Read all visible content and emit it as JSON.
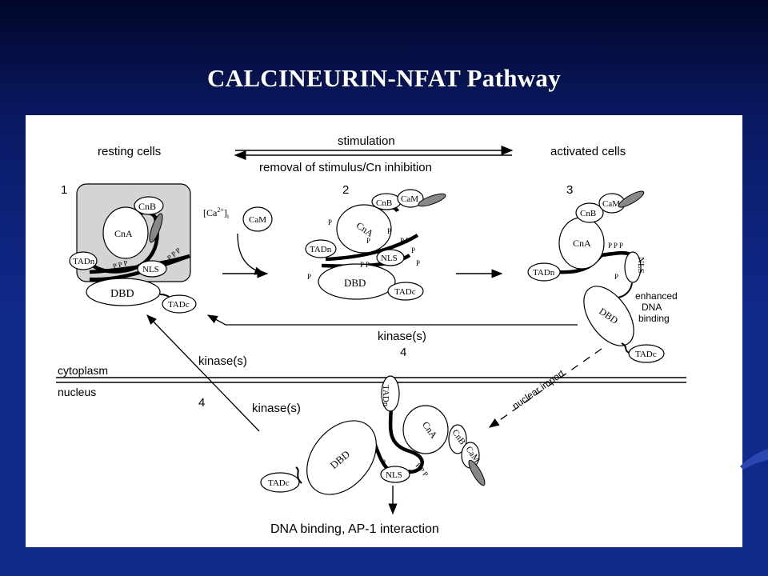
{
  "slide": {
    "title": "CALCINEURIN-NFAT Pathway"
  },
  "diagram": {
    "top": {
      "resting": "resting cells",
      "stimulation": "stimulation",
      "removal": "removal of stimulus/Cn inhibition",
      "activated": "activated cells"
    },
    "steps": {
      "s1": "1",
      "s2": "2",
      "s3": "3",
      "s4a": "4",
      "s4b": "4"
    },
    "compartments": {
      "cytoplasm": "cytoplasm",
      "nucleus": "nucleus"
    },
    "labels": {
      "kinase_right": "kinase(s)",
      "kinase_mid": "kinase(s)",
      "kinase_lower": "kinase(s)",
      "nuclear_import": "nuclear import",
      "enhanced1": "enhanced",
      "enhanced2": "DNA",
      "enhanced3": "binding",
      "dna_binding": "DNA binding, AP-1 interaction",
      "ca_cam": "CaM"
    },
    "proteins": {
      "CnB": "CnB",
      "CnA": "CnA",
      "CaM": "CaM",
      "TADn": "TADn",
      "TADc": "TADc",
      "NLS": "NLS",
      "DBD": "DBD"
    }
  }
}
